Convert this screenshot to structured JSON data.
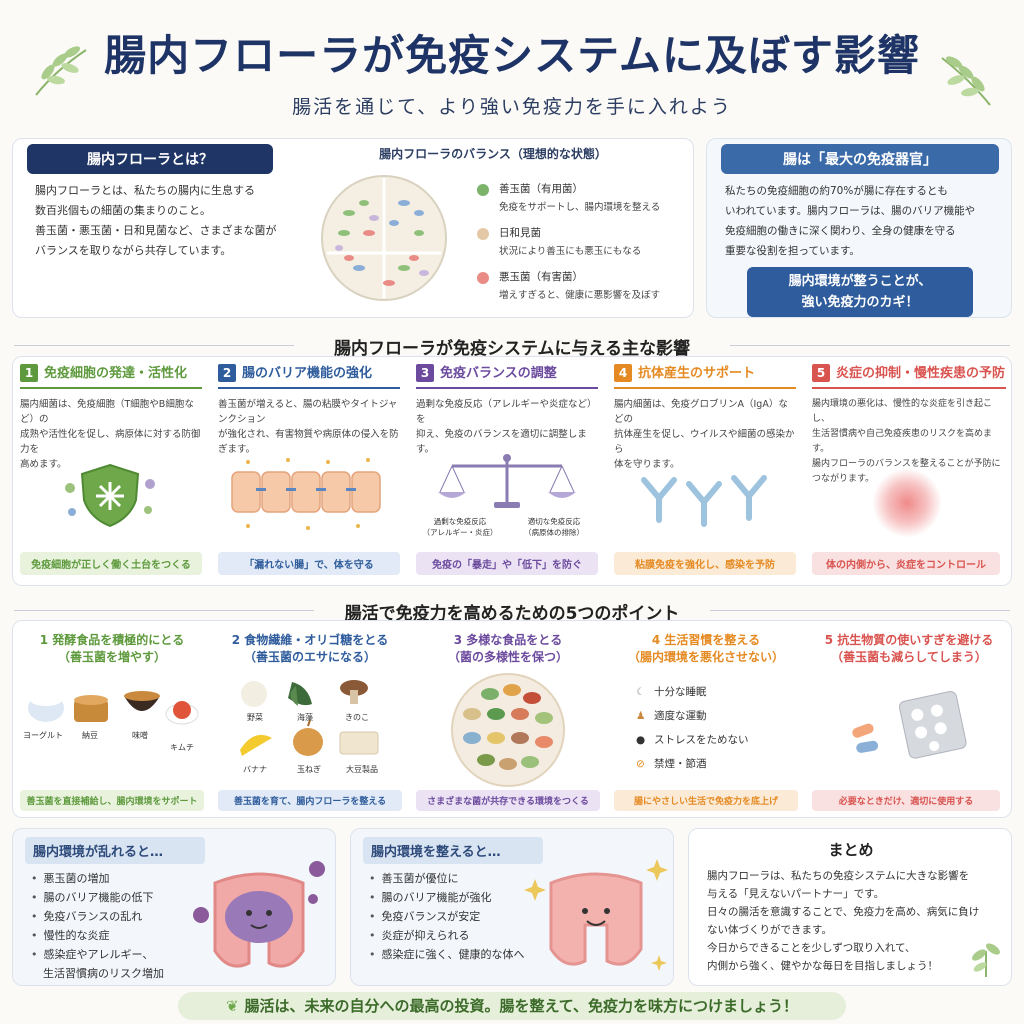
{
  "header": {
    "title": "腸内フローラが免疫システムに及ぼす影響",
    "subtitle": "腸活を通じて、より強い免疫力を手に入れよう"
  },
  "what_is": {
    "label": "腸内フローラとは？",
    "lines": [
      "腸内フローラとは、私たちの腸内に生息する",
      "数百兆個もの細菌の集まりのこと。",
      "善玉菌・悪玉菌・日和見菌など、さまざまな菌が",
      "バランスを取りながら共存しています。"
    ]
  },
  "balance": {
    "title": "腸内フローラのバランス（理想的な状態）",
    "items": [
      {
        "name": "善玉菌（有用菌）",
        "desc": "免疫をサポートし、腸内環境を整える",
        "color": "#7cb36a"
      },
      {
        "name": "日和見菌",
        "desc": "状況により善玉にも悪玉にもなる",
        "color": "#e3c9a6"
      },
      {
        "name": "悪玉菌（有害菌）",
        "desc": "増えすぎると、健康に悪影響を及ぼす",
        "color": "#e98c86"
      }
    ]
  },
  "organ": {
    "label": "腸は「最大の免疫器官」",
    "lines": [
      "私たちの免疫細胞の約70%が腸に存在するとも",
      "いわれています。腸内フローラは、腸のバリア機能や",
      "免疫細胞の働きに深く関わり、全身の健康を守る",
      "重要な役割を担っています。"
    ],
    "key_lines": [
      "腸内環境が整うことが、",
      "強い免疫力のカギ！"
    ]
  },
  "effects": {
    "title": "腸内フローラが免疫システムに与える主な影響",
    "items": [
      {
        "num": "1",
        "title": "免疫細胞の発達・活性化",
        "text": [
          "腸内細菌は、免疫細胞（T細胞やB細胞など）の",
          "成熟や活性化を促し、病原体に対する防御力を",
          "高めます。"
        ],
        "badge": "免疫細胞が正しく働く土台をつくる",
        "color": "#5e9a3d",
        "bg": "#e8f2dd"
      },
      {
        "num": "2",
        "title": "腸のバリア機能の強化",
        "text": [
          "善玉菌が増えると、腸の粘膜やタイトジャンクション",
          "が強化され、有害物質や病原体の侵入を防ぎます。"
        ],
        "badge": "「漏れない腸」で、体を守る",
        "color": "#2f5c9c",
        "bg": "#e1eaf6"
      },
      {
        "num": "3",
        "title": "免疫バランスの調整",
        "text": [
          "過剰な免疫反応（アレルギーや炎症など）を",
          "抑え、免疫のバランスを適切に調整します。"
        ],
        "badge": "免疫の「暴走」や「低下」を防ぐ",
        "color": "#6c4b9e",
        "bg": "#ebe3f4",
        "scale_labels": [
          [
            "過剰な免疫反応",
            "（アレルギー・炎症）"
          ],
          [
            "適切な免疫反応",
            "（病原体の排除）"
          ]
        ]
      },
      {
        "num": "4",
        "title": "抗体産生のサポート",
        "text": [
          "腸内細菌は、免疫グロブリンA（IgA）などの",
          "抗体産生を促し、ウイルスや細菌の感染から",
          "体を守ります。"
        ],
        "badge": "粘膜免疫を強化し、感染を予防",
        "color": "#e58a22",
        "bg": "#fbead6"
      },
      {
        "num": "5",
        "title": "炎症の抑制・慢性疾患の予防",
        "text": [
          "腸内環境の悪化は、慢性的な炎症を引き起こし、",
          "生活習慣病や自己免疫疾患のリスクを高めます。",
          "腸内フローラのバランスを整えることが予防に",
          "つながります。"
        ],
        "badge": "体の内側から、炎症をコントロール",
        "color": "#d9534f",
        "bg": "#f9e1e1"
      }
    ]
  },
  "points": {
    "title": "腸活で免疫力を高めるための5つのポイント",
    "items": [
      {
        "head": [
          "1 発酵食品を積極的にとる",
          "（善玉菌を増やす）"
        ],
        "badge": "善玉菌を直接補給し、腸内環境をサポート",
        "color": "#5e9a3d",
        "bg": "#e8f2dd",
        "foods": [
          "ヨーグルト",
          "納豆",
          "味噌",
          "キムチ"
        ]
      },
      {
        "head": [
          "2 食物繊維・オリゴ糖をとる",
          "（善玉菌のエサになる）"
        ],
        "badge": "善玉菌を育て、腸内フローラを整える",
        "color": "#2f5c9c",
        "bg": "#e1eaf6",
        "foods": [
          "野菜",
          "海藻",
          "きのこ",
          "バナナ",
          "玉ねぎ",
          "大豆製品"
        ]
      },
      {
        "head": [
          "3 多様な食品をとる",
          "（菌の多様性を保つ）"
        ],
        "badge": "さまざまな菌が共存できる環境をつくる",
        "color": "#6c4b9e",
        "bg": "#ebe3f4"
      },
      {
        "head": [
          "4 生活習慣を整える",
          "（腸内環境を悪化させない）"
        ],
        "badge": "腸にやさしい生活で免疫力を底上げ",
        "color": "#e58a22",
        "bg": "#fbead6",
        "habits": [
          "十分な睡眠",
          "適度な運動",
          "ストレスをためない",
          "禁煙・節酒"
        ]
      },
      {
        "head": [
          "5 抗生物質の使いすぎを避ける",
          "（善玉菌も減らしてしまう）"
        ],
        "badge": "必要なときだけ、適切に使用する",
        "color": "#d9534f",
        "bg": "#f9e1e1"
      }
    ]
  },
  "disturbed": {
    "label": "腸内環境が乱れると…",
    "items": [
      "悪玉菌の増加",
      "腸のバリア機能の低下",
      "免疫バランスの乱れ",
      "慢性的な炎症",
      "感染症やアレルギー、",
      "生活習慣病のリスク増加"
    ]
  },
  "balanced": {
    "label": "腸内環境を整えると…",
    "items": [
      "善玉菌が優位に",
      "腸のバリア機能が強化",
      "免疫バランスが安定",
      "炎症が抑えられる",
      "感染症に強く、健康的な体へ"
    ]
  },
  "summary": {
    "label": "まとめ",
    "lines": [
      "腸内フローラは、私たちの免疫システムに大きな影響を",
      "与える「見えないパートナー」です。",
      "日々の腸活を意識することで、免疫力を高め、病気に負け",
      "ない体づくりができます。",
      "今日からできることを少しずつ取り入れて、",
      "内側から強く、健やかな毎日を目指しましょう！"
    ]
  },
  "footer": "腸活は、未来の自分への最高の投資。腸を整えて、免疫力を味方につけましょう！"
}
